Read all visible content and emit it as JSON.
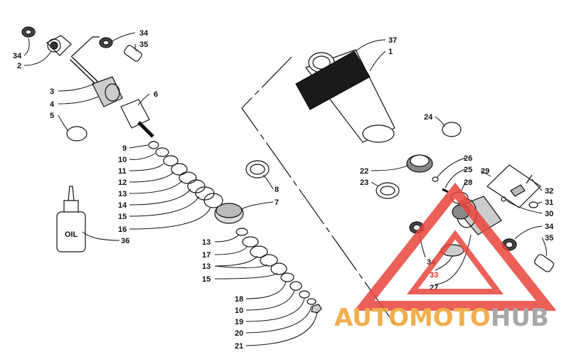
{
  "labels": {
    "p34a": "34",
    "p2": "2",
    "p34b": "34",
    "p35a": "35",
    "p3": "3",
    "p4": "4",
    "p6": "6",
    "p5": "5",
    "p9": "9",
    "p10a": "10",
    "p11": "11",
    "p12": "12",
    "p13a": "13",
    "p14": "14",
    "p15a": "15",
    "p16": "16",
    "p36": "36",
    "p8": "8",
    "p7": "7",
    "p13b": "13",
    "p17": "17",
    "p13c": "13",
    "p15b": "15",
    "p18": "18",
    "p10b": "10",
    "p19": "19",
    "p20": "20",
    "p21": "21",
    "p37": "37",
    "p1": "1",
    "p24": "24",
    "p22": "22",
    "p23": "23",
    "p26": "26",
    "p25": "25",
    "p28": "28",
    "p29": "29",
    "p32": "32",
    "p31": "31",
    "p30": "30",
    "p34c": "34",
    "p35b": "35",
    "p34d": "34",
    "p33": "33",
    "p27": "27"
  },
  "oil_label": "OIL",
  "watermark": {
    "part1": "AUTOMOTO",
    "part2": "HUB",
    "color_orange": "#f0a030",
    "color_gray": "#9a9a9a",
    "color_red": "#e8453c"
  }
}
